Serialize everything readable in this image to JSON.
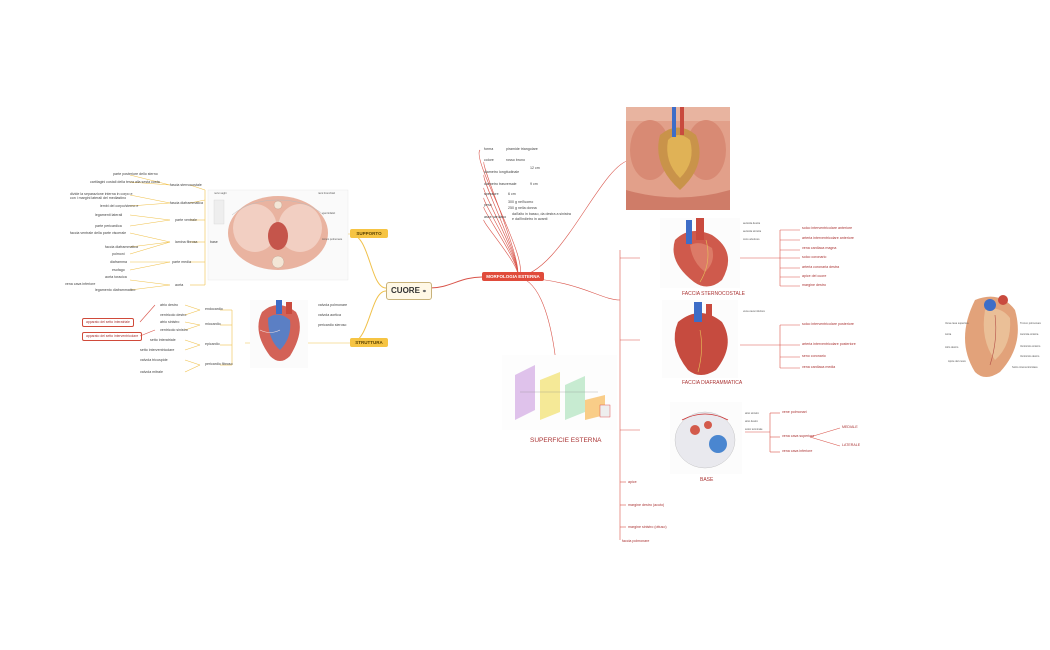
{
  "map": {
    "central_title": "CUORE",
    "supporto": "SUPPORTO",
    "struttura": "STRUTTURA",
    "morfologia": "MORFOLOGIA ESTERNA",
    "superficie": "SUPERFICIE ESTERNA",
    "faccia_sternocostale": "FACCIA STERNOCOSTALE",
    "faccia_diaframmatica": "FACCIA DIAFRAMMATICA",
    "base": "BASE"
  },
  "supporto_labels": {
    "l1": "parte posteriore dello sterno",
    "l2": "cartilagini costali della terza alla sesta costa",
    "l3": "fascia sternocostale",
    "l4": "divide la separazione interna in corpo e",
    "l5": "con i margini laterali del mediastino",
    "l6": "lembi del corpo/sterno e",
    "l7": "fascia diaframmatica",
    "l8": "legamenti laterali",
    "l9": "parte ventrale",
    "l10": "parte pericardica",
    "l11": "faccia ventrale della parte viscerale",
    "l12": "lamina fibrosa",
    "l13": "faccia diaframmatica",
    "l14": "base",
    "l15": "polmoni",
    "l16": "parte media",
    "l17": "diaframma",
    "l18": "esofago",
    "l19": "aorta toracica",
    "l20": "vena cava inferiore",
    "l21": "nervi vaghi",
    "l22": "rami bronchiali",
    "l23": "vasi linfatici",
    "l24": "aorta",
    "l25": "tronco polmonare",
    "l26": "legamento diaframmatico"
  },
  "struttura_labels": {
    "s1": "endocardio",
    "s2": "miocardio",
    "s3": "epicardio",
    "s4": "pericardio fibroso",
    "s5": "pericardio sieroso",
    "s6": "atrio destro",
    "s7": "ventricolo destro",
    "s8": "atrio sinistro",
    "s9": "ventricolo sinistro",
    "s10": "setto interatriale",
    "s11": "setto interventricolare",
    "s12": "valvola tricuspide",
    "s13": "valvola mitrale",
    "s14": "valvola polmonare",
    "s15": "valvola aortica",
    "b1": "apparato del setto interatriale",
    "b2": "apparato del setto interventricolare"
  },
  "morfologia_labels": {
    "m1": "forma",
    "m2": "piramide triangolare",
    "m3": "colore",
    "m4": "rosso bruno",
    "m5": "diametro longitudinale",
    "m6": "12 cm",
    "m7": "diametro trasversale",
    "m8": "9 cm",
    "m9": "spessore",
    "m10": "6 cm",
    "m11": "peso",
    "m12": "300 g nell'uomo",
    "m13": "250 g nella donna",
    "m14": "asse cardiaco",
    "m15": "dall'alto in basso, da destra a sinistra",
    "m16": "e dall'indietro in avanti"
  },
  "faccia_sc_labels": {
    "a1": "solco interventricolare anteriore",
    "a2": "arteria interventricolare anteriore",
    "a3": "vena cardiaca magna",
    "a4": "solco coronario",
    "a5": "arteria coronaria destra",
    "a6": "apice del cuore",
    "a7": "margine destro",
    "a8": "auricola destra",
    "a9": "auricola sinistra",
    "a10": "cono arterioso"
  },
  "faccia_d_labels": {
    "d1": "solco interventricolare posteriore",
    "d2": "arteria interventricolare posteriore",
    "d3": "seno coronario",
    "d4": "vena cardiaca media",
    "d5": "vena cava inferiore"
  },
  "base_labels": {
    "b1": "vene polmonari",
    "b2": "vena cava superiore",
    "b3": "vena cava inferiore",
    "b4": "atrio sinistro",
    "b5": "atrio destro",
    "b6": "solco terminale",
    "b7": "MEDIALE",
    "b8": "LATERALE"
  },
  "margini_labels": {
    "g1": "apice",
    "g2": "margine destro (acuto)",
    "g3": "margine sinistro (ottuso)",
    "g4": "faccia polmonare"
  },
  "right_heart_labels": {
    "r1": "Vena cava superiore",
    "r2": "Aorta",
    "r3": "Tronco polmonare",
    "r4": "Auricola sinistra",
    "r5": "Ventricolo sinistro",
    "r6": "Ventricolo destro",
    "r7": "Apice del cuore",
    "r8": "Solco interventricolare",
    "r9": "Atrio destro"
  },
  "colors": {
    "central_fill": "#fff8e6",
    "yellow_branch": "#f6c443",
    "red_branch": "#e04b3b",
    "red_line": "#d9544a",
    "yellow_line": "#f0c14b",
    "text_red": "#a33333"
  }
}
